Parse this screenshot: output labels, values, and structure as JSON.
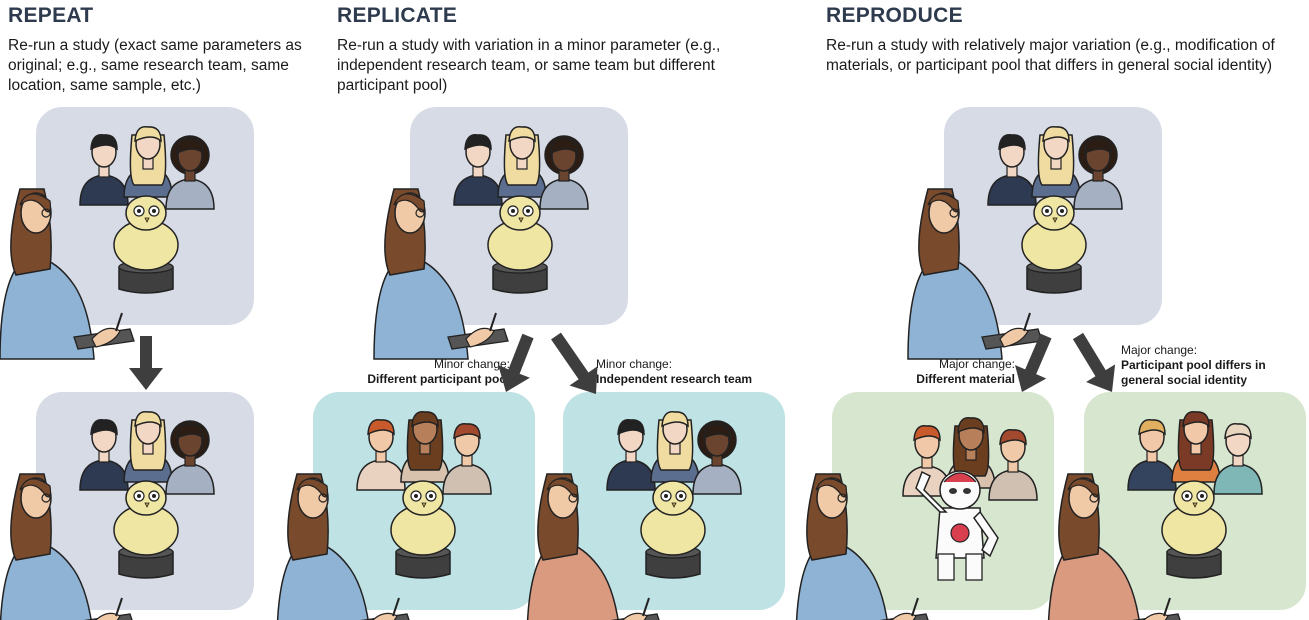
{
  "columns": [
    {
      "title": "REPEAT",
      "description": "Re-run a study (exact same parameters as original; e.g., same research team, same location, same sample, etc.)"
    },
    {
      "title": "REPLICATE",
      "description": "Re-run a study with variation in a minor parameter (e.g., independent research team, or same team but different participant pool)"
    },
    {
      "title": "REPRODUCE",
      "description": "Re-run a study with relatively major variation (e.g., modification of materials, or participant pool that differs in general social identity)"
    }
  ],
  "captions": [
    {
      "label": "Minor change:",
      "detail": "Different participant pool"
    },
    {
      "label": "Minor change:",
      "detail": "Independent research team"
    },
    {
      "label": "Major change:",
      "detail": "Different material"
    },
    {
      "label": "Major change:",
      "detail": "Participant pool differs in general social identity"
    }
  ],
  "colors": {
    "original_panel": "#d6dbe6",
    "minor_change_panel": "#bfe2e4",
    "major_change_panel": "#d7e6cf",
    "arrow": "#3e3e3e",
    "robot_body": "#f0e6a4",
    "robot_base": "#3f3f3f"
  }
}
